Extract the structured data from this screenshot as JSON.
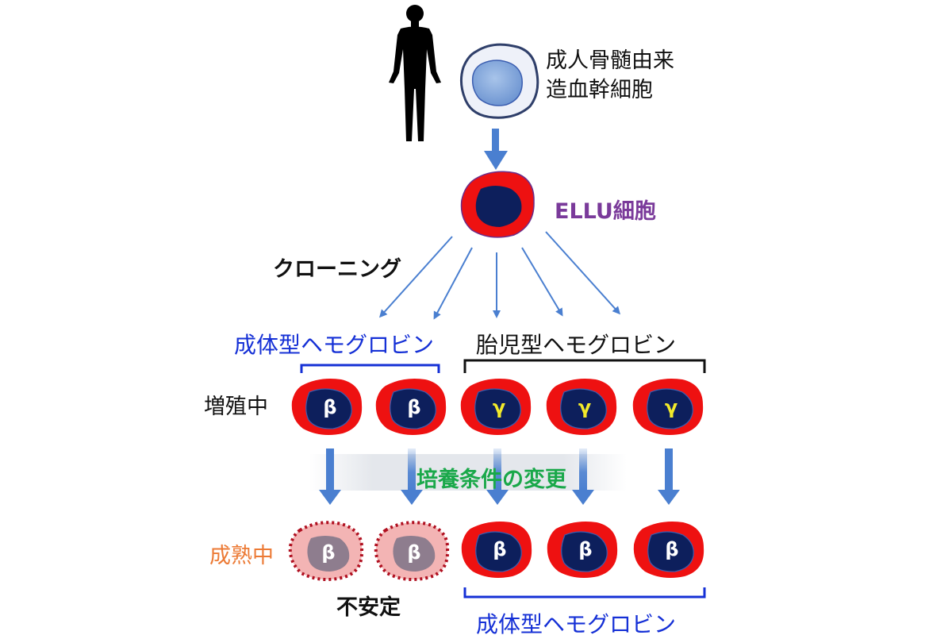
{
  "labels": {
    "stem_cell_line1": "成人骨髄由来",
    "stem_cell_line2": "造血幹細胞",
    "ellu_cell": "ELLU細胞",
    "cloning": "クローニング",
    "adult_hemoglobin_top": "成体型ヘモグロビン",
    "fetal_hemoglobin": "胎児型ヘモグロビン",
    "proliferating": "増殖中",
    "culture_change": "培養条件の変更",
    "maturing": "成熟中",
    "unstable": "不安定",
    "adult_hemoglobin_bottom": "成体型ヘモグロビン"
  },
  "proliferating_cells": [
    {
      "globin": "β",
      "type": "adult"
    },
    {
      "globin": "β",
      "type": "adult"
    },
    {
      "globin": "γ",
      "type": "fetal"
    },
    {
      "globin": "γ",
      "type": "fetal"
    },
    {
      "globin": "γ",
      "type": "fetal"
    }
  ],
  "maturing_cells": [
    {
      "globin": "β",
      "state": "unstable"
    },
    {
      "globin": "β",
      "state": "unstable"
    },
    {
      "globin": "β",
      "state": "stable"
    },
    {
      "globin": "β",
      "state": "stable"
    },
    {
      "globin": "β",
      "state": "stable"
    }
  ],
  "colors": {
    "cell_red": "#ee1111",
    "nucleus_navy": "#0d1f5c",
    "arrow_blue": "#4a7fd0",
    "bracket_blue": "#1530d6",
    "beta_white": "#ffffff",
    "gamma_yellow": "#f2ea2a",
    "unstable_fill": "#f3b4b4",
    "unstable_border": "#b01020",
    "unstable_nucleus": "#8e7d8e",
    "ellu_purple": "#7a3a9a",
    "culture_green": "#1aa84a",
    "maturing_orange": "#ec7a35"
  }
}
